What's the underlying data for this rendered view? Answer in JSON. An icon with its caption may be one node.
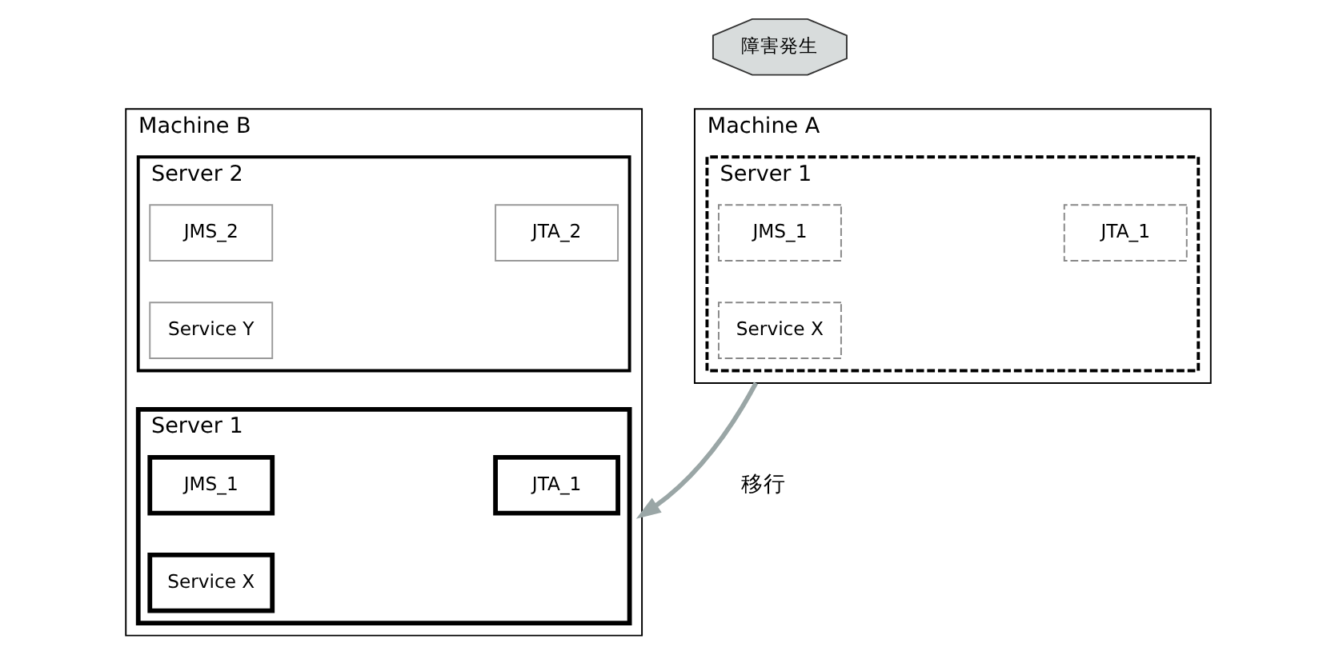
{
  "diagram": {
    "nodes": [
      {
        "text": [
          "Machine A"
        ]
      },
      {
        "text": [
          "障害発生"
        ]
      },
      {
        "text": [
          "Server 1"
        ],
        "in": 0
      },
      {
        "text": [
          "JMS_1"
        ],
        "in": 2
      },
      {
        "text": [
          "JTA_1"
        ],
        "in": 2
      },
      {
        "text": [
          "Service X"
        ],
        "in": 2
      },
      {
        "text": [
          "Machine B"
        ]
      },
      {
        "text": [
          "Server 2"
        ],
        "in": 6
      },
      {
        "text": [
          "JMS_2"
        ],
        "in": 7
      },
      {
        "text": [
          "JTA_2"
        ],
        "in": 7
      },
      {
        "text": [
          "Service Y"
        ],
        "in": 7
      },
      {
        "text": [
          "Server 1"
        ],
        "in": 6
      },
      {
        "text": [
          "JMS_1"
        ],
        "in": 11
      },
      {
        "text": [
          "JTA_1"
        ],
        "in": 11
      },
      {
        "text": [
          "Service X"
        ],
        "in": 11
      }
    ],
    "edges": [
      {
        "from": 0,
        "to": 6,
        "arrow": "to",
        "label": "移行"
      }
    ]
  }
}
